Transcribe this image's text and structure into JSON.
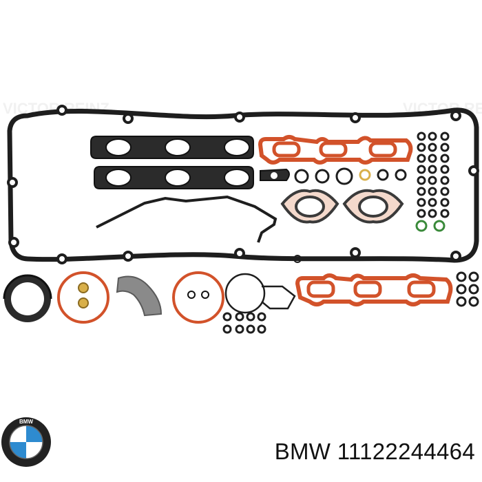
{
  "product": {
    "brand": "BMW",
    "part_number": "11122244464",
    "caption": "BMW 11122244464"
  },
  "logo": {
    "icon": "bmw-roundel-icon",
    "text": "BMW"
  },
  "watermark": {
    "text": "VICTOR REINZ"
  },
  "colors": {
    "gasket_black": "#1e1e1e",
    "gasket_copper": "#d2522a",
    "logo_blue": "#2e8bd0",
    "logo_ring": "#222222"
  }
}
